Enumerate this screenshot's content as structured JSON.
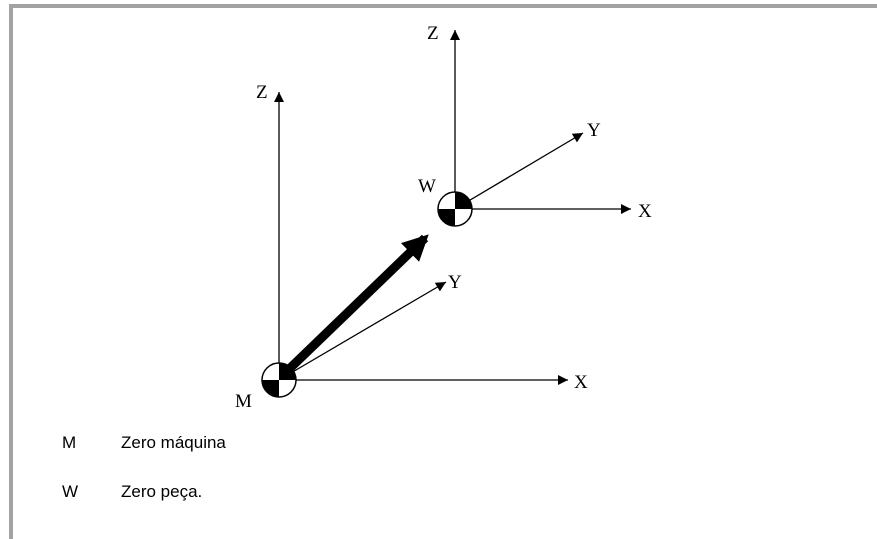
{
  "diagram": {
    "machine_origin": {
      "label": "M",
      "axes": {
        "x": "X",
        "y": "Y",
        "z": "Z"
      }
    },
    "part_origin": {
      "label": "W",
      "axes": {
        "x": "X",
        "y": "Y",
        "z": "Z"
      }
    }
  },
  "legend": [
    {
      "key": "M",
      "text": "Zero máquina"
    },
    {
      "key": "W",
      "text": "Zero peça."
    }
  ]
}
